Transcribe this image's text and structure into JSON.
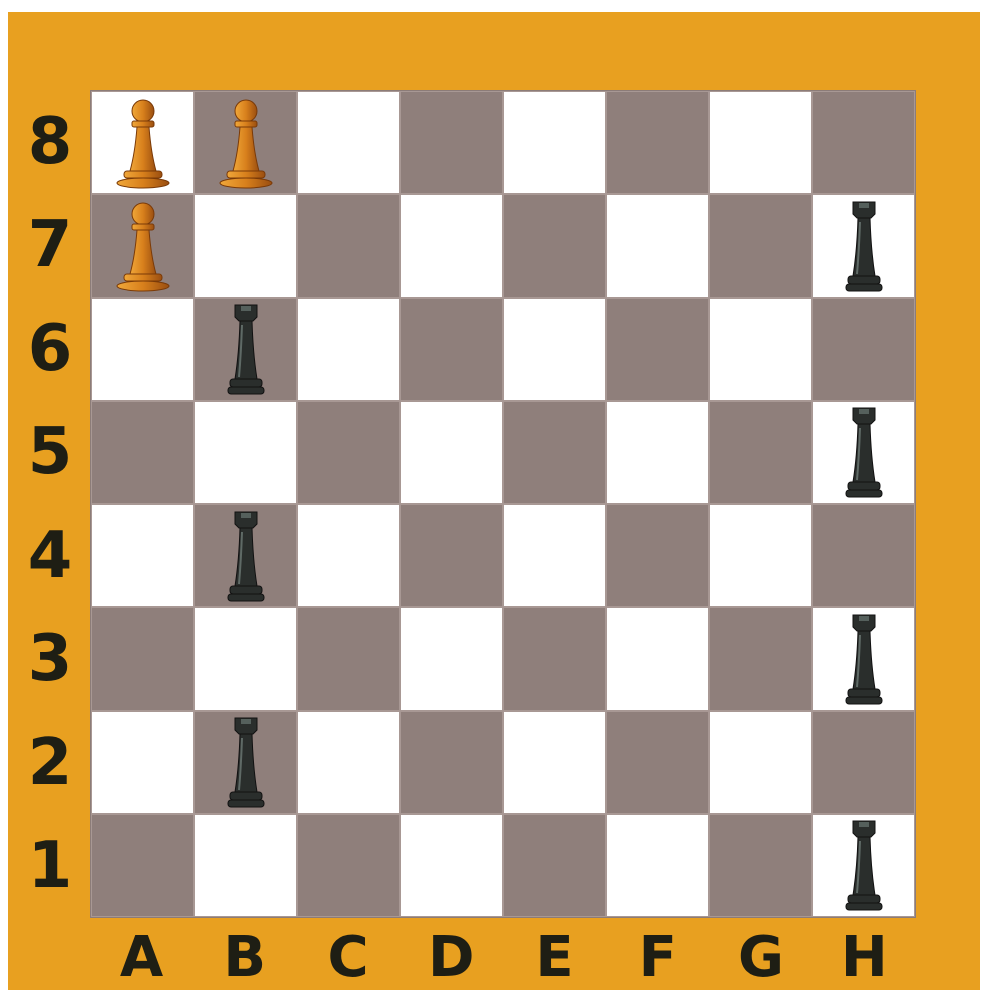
{
  "colors": {
    "frame": "#e8a020",
    "light_square": "#ffffff",
    "dark_square": "#8f7f7b",
    "label": "#1e1e14",
    "orange_piece": "#d8801c",
    "black_piece": "#2a2e2c"
  },
  "board": {
    "files": [
      "A",
      "B",
      "C",
      "D",
      "E",
      "F",
      "G",
      "H"
    ],
    "ranks": [
      "8",
      "7",
      "6",
      "5",
      "4",
      "3",
      "2",
      "1"
    ],
    "pieces": [
      {
        "square": "A8",
        "type": "pawn",
        "color": "orange",
        "icon": "orange-pawn-icon"
      },
      {
        "square": "B8",
        "type": "pawn",
        "color": "orange",
        "icon": "orange-pawn-icon"
      },
      {
        "square": "A7",
        "type": "pawn",
        "color": "orange",
        "icon": "orange-pawn-icon"
      },
      {
        "square": "H7",
        "type": "rook",
        "color": "black",
        "icon": "black-rook-icon"
      },
      {
        "square": "B6",
        "type": "rook",
        "color": "black",
        "icon": "black-rook-icon"
      },
      {
        "square": "H5",
        "type": "rook",
        "color": "black",
        "icon": "black-rook-icon"
      },
      {
        "square": "B4",
        "type": "rook",
        "color": "black",
        "icon": "black-rook-icon"
      },
      {
        "square": "H3",
        "type": "rook",
        "color": "black",
        "icon": "black-rook-icon"
      },
      {
        "square": "B2",
        "type": "rook",
        "color": "black",
        "icon": "black-rook-icon"
      },
      {
        "square": "H1",
        "type": "rook",
        "color": "black",
        "icon": "black-rook-icon"
      }
    ]
  }
}
